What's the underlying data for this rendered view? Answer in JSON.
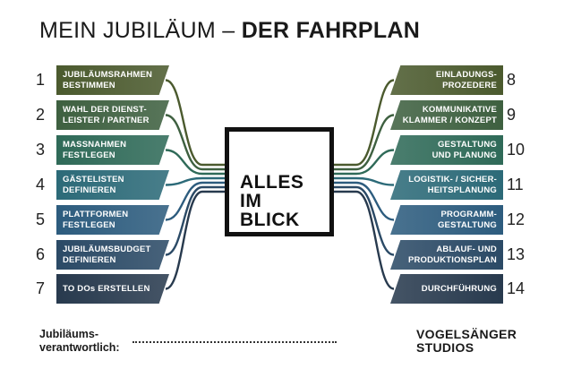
{
  "title": {
    "normal": "MEIN JUBILÄUM – ",
    "bold": "DER FAHRPLAN"
  },
  "center": {
    "text": "ALLES\nIM\nBLICK"
  },
  "left_steps": [
    {
      "num": "1",
      "label": "JUBILÄUMSRAHMEN\nBESTIMMEN",
      "color": "#4b5a2e"
    },
    {
      "num": "2",
      "label": "WAHL DER DIENST-\nLEISTER / PARTNER",
      "color": "#3e6040"
    },
    {
      "num": "3",
      "label": "MASSNAHMEN\nFESTLEGEN",
      "color": "#2f6a58"
    },
    {
      "num": "4",
      "label": "GÄSTELISTEN\nDEFINIEREN",
      "color": "#2c6a78"
    },
    {
      "num": "5",
      "label": "PLATTFORMEN\nFESTLEGEN",
      "color": "#2d5c7e"
    },
    {
      "num": "6",
      "label": "JUBILÄUMSBUDGET\nDEFINIEREN",
      "color": "#2b4a66"
    },
    {
      "num": "7",
      "label": "TO DOs ERSTELLEN",
      "color": "#283a4e"
    }
  ],
  "right_steps": [
    {
      "num": "8",
      "label": "EINLADUNGS-\nPROZEDERE",
      "color": "#4b5a2e"
    },
    {
      "num": "9",
      "label": "KOMMUNIKATIVE\nKLAMMER / KONZEPT",
      "color": "#3e6040"
    },
    {
      "num": "10",
      "label": "GESTALTUNG\nUND PLANUNG",
      "color": "#2f6a58"
    },
    {
      "num": "11",
      "label": "LOGISTIK- / SICHER-\nHEITSPLANUNG",
      "color": "#2c6a78"
    },
    {
      "num": "12",
      "label": "PROGRAMM-\nGESTALTUNG",
      "color": "#2d5c7e"
    },
    {
      "num": "13",
      "label": "ABLAUF- UND\nPRODUKTIONSPLAN",
      "color": "#2b4a66"
    },
    {
      "num": "14",
      "label": "DURCHFÜHRUNG",
      "color": "#283a4e"
    }
  ],
  "footer": {
    "label": "Jubiläums-\nverantwortlich:",
    "brand": "VOGELSÄNGER\nSTUDIOS"
  }
}
